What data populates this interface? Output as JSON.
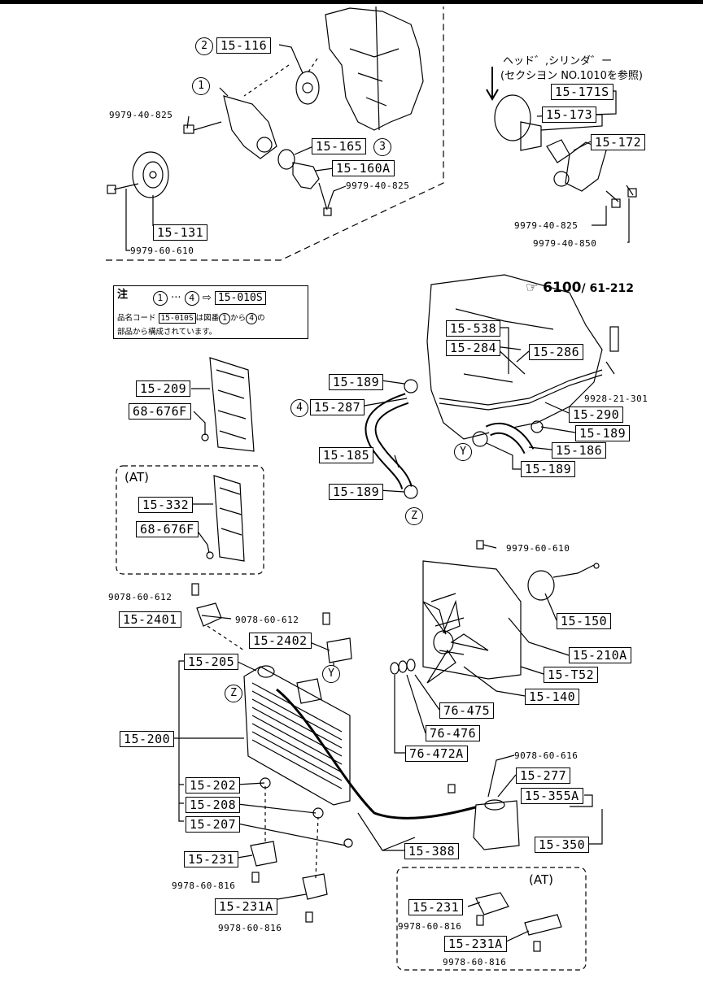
{
  "parts": {
    "p15_116": "15-116",
    "p9979_40_825a": "9979-40-825",
    "p15_165": "15-165",
    "p15_160a": "15-160A",
    "p9979_40_825b": "9979-40-825",
    "p15_131": "15-131",
    "p9979_60_610a": "9979-60-610",
    "p15_171s": "15-171S",
    "p15_173": "15-173",
    "p15_172": "15-172",
    "p9979_40_825c": "9979-40-825",
    "p9979_40_850": "9979-40-850",
    "p15_209": "15-209",
    "p68_676f_a": "68-676F",
    "p15_332": "15-332",
    "p68_676f_b": "68-676F",
    "p15_538": "15-538",
    "p15_284": "15-284",
    "p15_286": "15-286",
    "p15_189a": "15-189",
    "p15_287": "15-287",
    "p9928_21_301": "9928-21-301",
    "p15_290": "15-290",
    "p15_189b": "15-189",
    "p15_186": "15-186",
    "p15_185": "15-185",
    "p15_189c": "15-189",
    "p15_189d": "15-189",
    "p9979_60_610b": "9979-60-610",
    "p15_150": "15-150",
    "p15_210a": "15-210A",
    "p15_152": "15-T52",
    "p15_140": "15-140",
    "p76_475": "76-475",
    "p76_476": "76-476",
    "p76_472a": "76-472A",
    "p9078_60_612a": "9078-60-612",
    "p15_2401": "15-2401",
    "p9078_60_612b": "9078-60-612",
    "p15_2402": "15-2402",
    "p15_205": "15-205",
    "p15_200": "15-200",
    "p15_202": "15-202",
    "p15_208": "15-208",
    "p15_207": "15-207",
    "p15_231a": "15-231",
    "p9978_60_816a": "9978-60-816",
    "p15_231A": "15-231A",
    "p9978_60_816b": "9978-60-816",
    "p15_388": "15-388",
    "p9078_60_616": "9078-60-616",
    "p15_277": "15-277",
    "p15_355a": "15-355A",
    "p15_350": "15-350",
    "p15_231b": "15-231",
    "p9978_60_816c": "9978-60-816",
    "p15_231B": "15-231A",
    "p9978_60_816d": "9978-60-816"
  },
  "circles": {
    "c1": "1",
    "c2": "2",
    "c3": "3",
    "c4": "4",
    "cY1": "Y",
    "cZ1": "Z",
    "cY2": "Y",
    "cZ2": "Z"
  },
  "note": {
    "title": "注",
    "formula_circle1": "1",
    "formula_dots": "···",
    "formula_circle4": "4",
    "formula_arrow": "⇨",
    "formula_part": "15-010S",
    "line1_prefix": "品名コード",
    "line1_part": "15-010S",
    "line1_mid": "は図番",
    "line1_c1": "1",
    "line1_kara": "から",
    "line1_c4": "4",
    "line1_no": "の",
    "line2": "部品から構成されています。"
  },
  "at_labels": {
    "at1": "(AT)",
    "at2": "(AT)"
  },
  "cross_ref": {
    "line1": "ヘッド゛,シリンダ゛ー",
    "line2": "(セクシヨン NO.1010を参照)",
    "page": "6100",
    "sub": "/ 61-212"
  }
}
